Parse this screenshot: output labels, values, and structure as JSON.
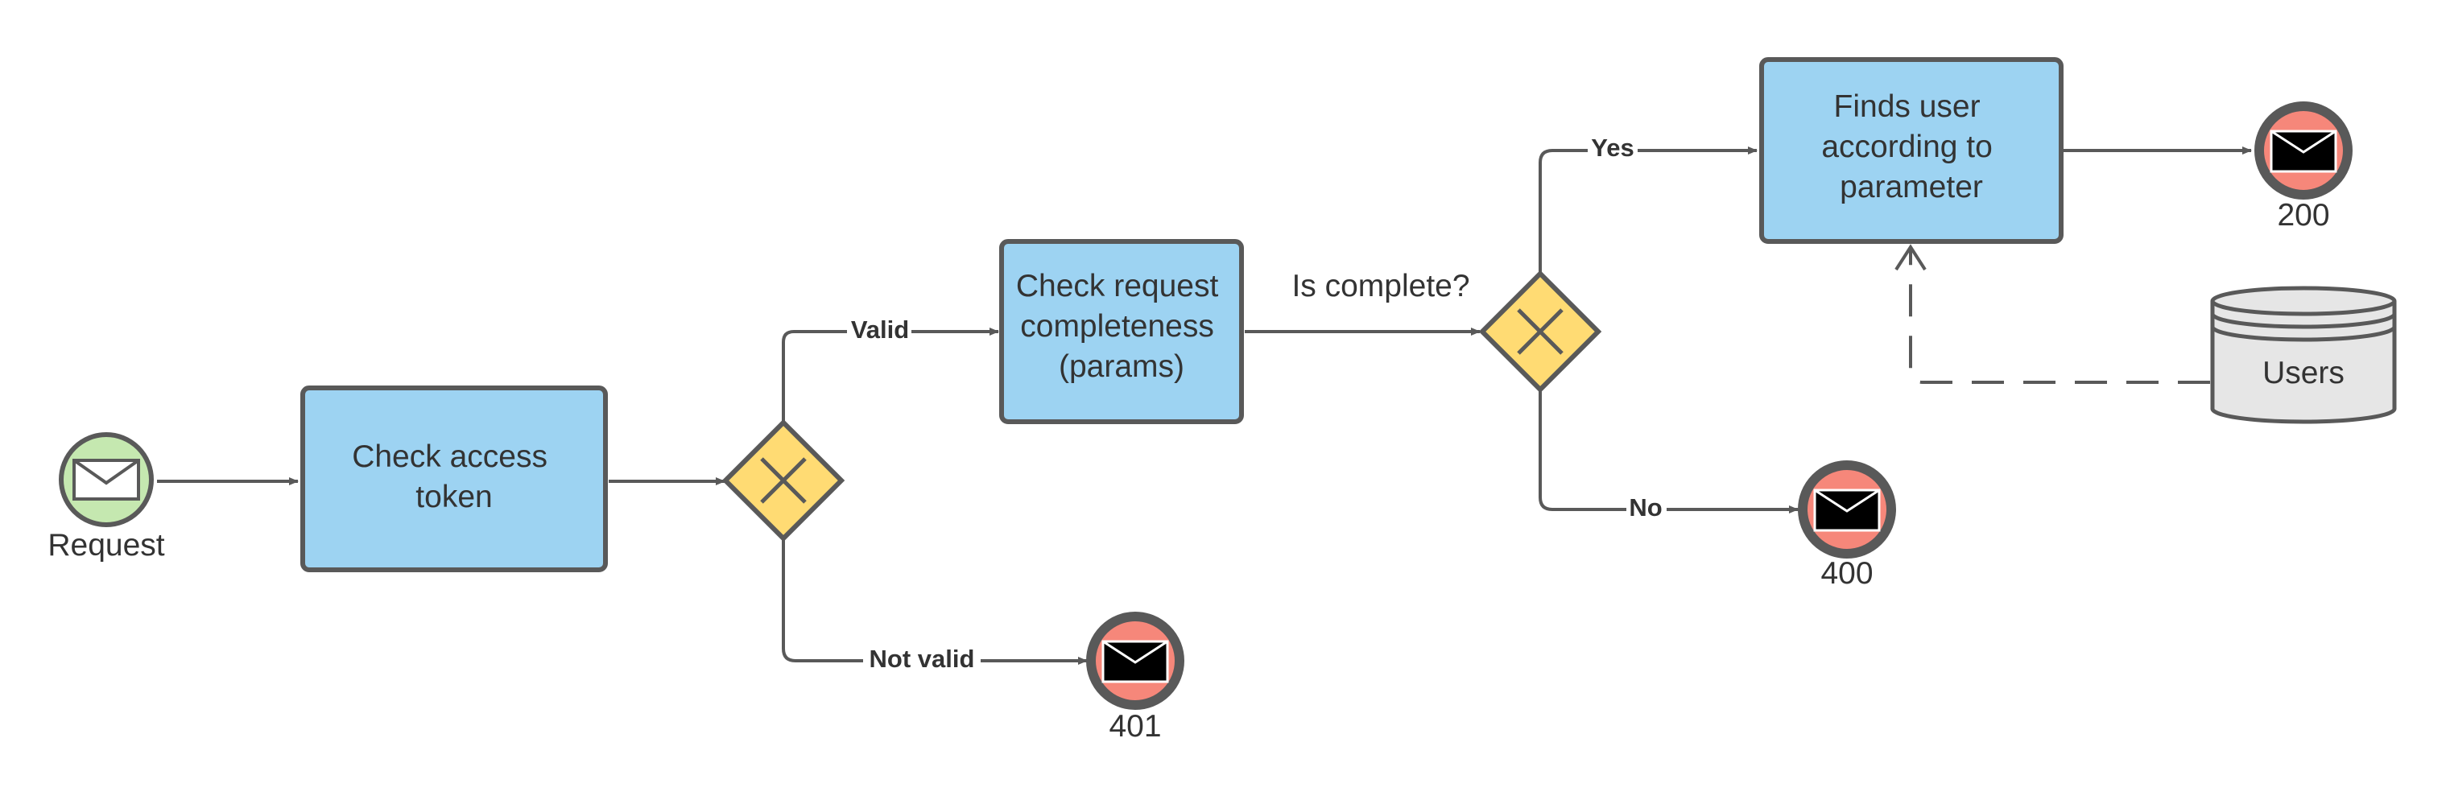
{
  "diagram": {
    "start_event": {
      "label": "Request",
      "icon": "envelope-icon",
      "color": "#c5e8b0"
    },
    "tasks": {
      "check_token": {
        "lines": [
          "Check access",
          "token"
        ]
      },
      "check_request": {
        "lines": [
          "Check request",
          "completeness",
          "(params)"
        ]
      },
      "find_user": {
        "lines": [
          "Finds user",
          "according to",
          "parameter"
        ]
      }
    },
    "gateway_question": "Is complete?",
    "edges": {
      "valid": "Valid",
      "not_valid": "Not valid",
      "yes": "Yes",
      "no": "No"
    },
    "end_events": {
      "e401": {
        "label": "401",
        "icon": "envelope-icon"
      },
      "e400": {
        "label": "400",
        "icon": "envelope-icon"
      },
      "e200": {
        "label": "200",
        "icon": "envelope-icon"
      }
    },
    "data_store": {
      "label": "Users",
      "icon": "database-icon"
    },
    "colors": {
      "task_fill": "#9dd3f2",
      "gateway_fill": "#ffdb73",
      "end_fill": "#f6877a",
      "store_fill": "#e6e6e6",
      "stroke": "#595959"
    }
  }
}
